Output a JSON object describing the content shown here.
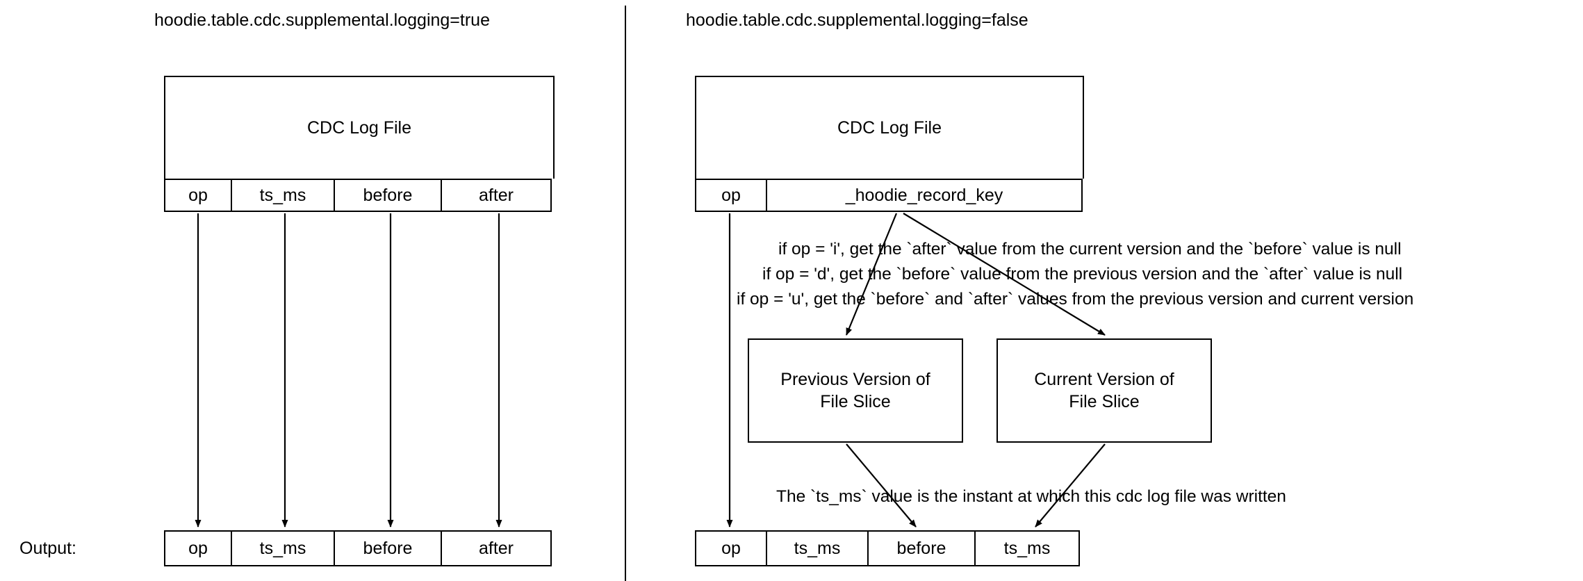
{
  "diagram": {
    "title_left": "hoodie.table.cdc.supplemental.logging=true",
    "title_right": "hoodie.table.cdc.supplemental.logging=false",
    "output_label": "Output:"
  },
  "left_panel": {
    "log_file_label": "CDC Log File",
    "log_columns": [
      "op",
      "ts_ms",
      "before",
      "after"
    ],
    "output_columns": [
      "op",
      "ts_ms",
      "before",
      "after"
    ]
  },
  "right_panel": {
    "log_file_label": "CDC Log File",
    "log_columns": [
      "op",
      "_hoodie_record_key"
    ],
    "output_columns": [
      "op",
      "ts_ms",
      "before",
      "ts_ms"
    ],
    "rules": [
      "if op = 'i', get the `after` value from the current version and the `before` value is null",
      "if op = 'd', get the `before` value from the previous version  and the `after` value is null",
      "if op = 'u', get the `before` and `after` values from the previous version and current version"
    ],
    "boxes": [
      {
        "line1": "Previous Version of",
        "line2": "File Slice"
      },
      {
        "line1": "Current Version of",
        "line2": "File Slice"
      }
    ],
    "ts_note": "The `ts_ms` value is the instant at which this cdc log file was written"
  },
  "colors": {
    "stroke": "#000000",
    "fill": "#ffffff",
    "text": "#000000"
  }
}
